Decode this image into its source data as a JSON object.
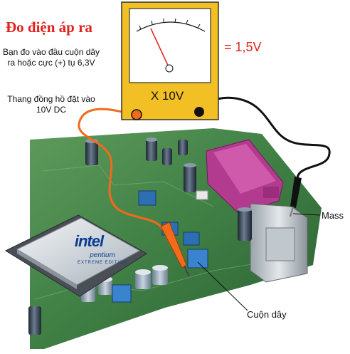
{
  "title": "Đo điện áp ra",
  "instructions": {
    "probe_note": "Bạn đo vào đầu cuộn dây ra hoặc cực (+) tụ 6,3V",
    "range_note": "Thang đồng hồ đặt vào 10V DC"
  },
  "meter": {
    "reading": "= 1,5V",
    "range_label": "X 10V",
    "body_color": "#f2c024",
    "needle_color": "#e0231e",
    "positive_probe_color": "#f26a1b",
    "negative_probe_color": "#111111"
  },
  "callouts": {
    "ground_label": "Mass",
    "coil_label": "Cuộn dây"
  },
  "chip": {
    "brand": "intel",
    "model": "pentium",
    "edition": "EXTREME EDITION"
  },
  "colors": {
    "title": "#e0231e",
    "board": "#3f7f44",
    "connector": "#b23a8f"
  }
}
